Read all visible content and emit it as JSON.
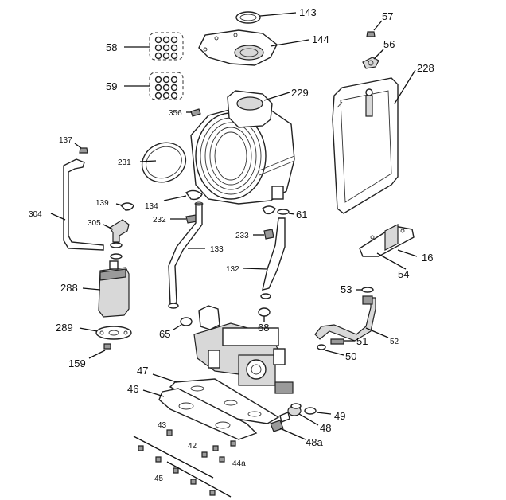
{
  "diagram": {
    "labels": {
      "p143": "143",
      "p57": "57",
      "p144": "144",
      "p56": "56",
      "p58": "58",
      "p228": "228",
      "p59": "59",
      "p229": "229",
      "p356": "356",
      "p137": "137",
      "p231": "231",
      "p139": "139",
      "p134": "134",
      "p304": "304",
      "p232": "232",
      "p61": "61",
      "p305": "305",
      "p233": "233",
      "p16": "16",
      "p133": "133",
      "p132": "132",
      "p54": "54",
      "p288": "288",
      "p53": "53",
      "p289": "289",
      "p65": "65",
      "p68": "68",
      "p51": "51",
      "p52": "52",
      "p159": "159",
      "p50": "50",
      "p47": "47",
      "p46": "46",
      "p49": "49",
      "p48": "48",
      "p43": "43",
      "p48a": "48a",
      "p42": "42",
      "p44a": "44a",
      "p45": "45"
    }
  }
}
